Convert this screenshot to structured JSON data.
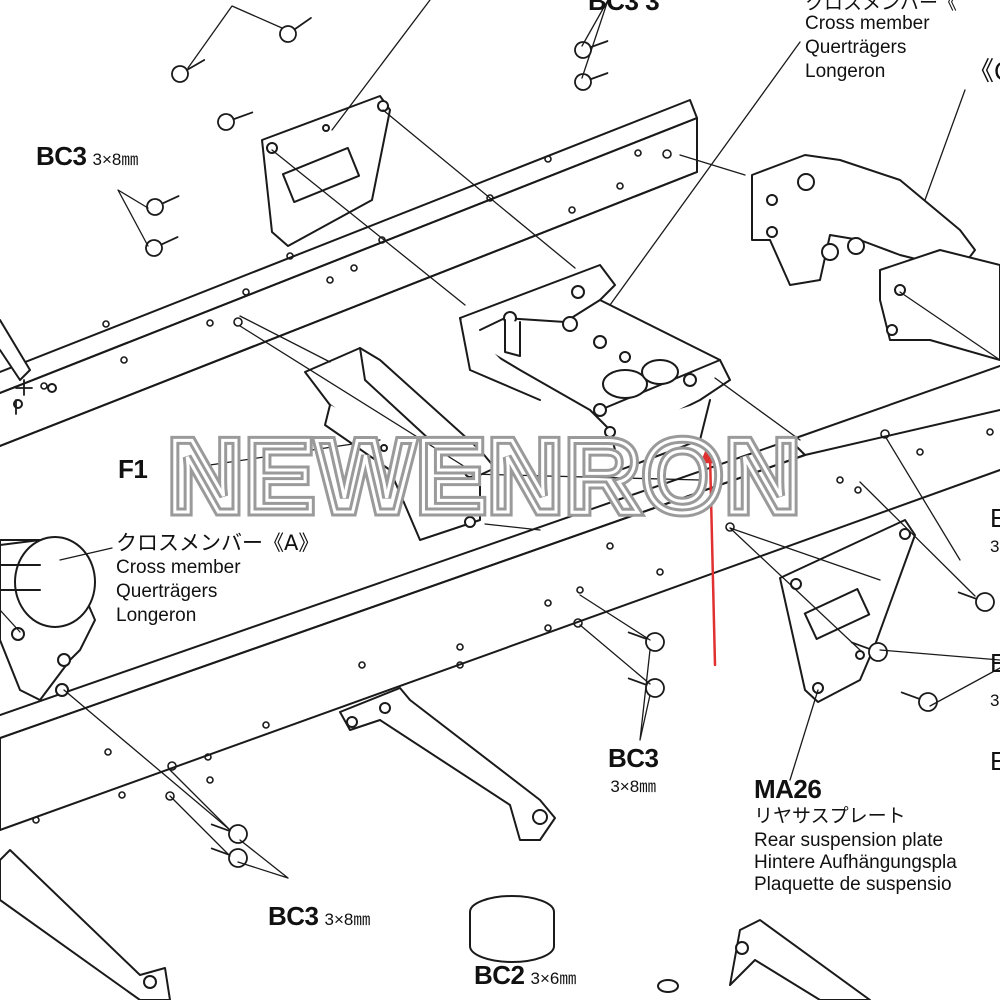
{
  "parts": {
    "bc3_top_left": {
      "code": "BC3",
      "size": "3×8㎜"
    },
    "bc3_bottom_center": {
      "code": "BC3",
      "size": "3×8㎜"
    },
    "bc3_bottom_left": {
      "code": "BC3",
      "size": "3×8㎜"
    },
    "bc2": {
      "code": "BC2",
      "size": "3×6㎜"
    },
    "f1": {
      "code": "F1"
    },
    "cross_member_a": {
      "jp": "クロスメンバー《A》",
      "en": "Cross member",
      "de": "Querträgers",
      "fr": "Longeron"
    },
    "cross_member_top": {
      "jp": "クロスメンバー《",
      "en": "Cross member",
      "de": "Querträgers",
      "fr": "Longeron"
    },
    "ma26": {
      "code": "MA26",
      "jp": "リヤサスプレート",
      "en": "Rear suspension plate",
      "de": "Hintere Aufhängungspla",
      "fr": "Plaquette de suspensio"
    }
  },
  "edge_fragments": {
    "top_right_bracket": "《C",
    "right_1": "E",
    "right_2": "3",
    "right_3": "E",
    "right_4": "3",
    "right_5": "E",
    "top_code": "BC3 3"
  },
  "watermark": {
    "text": "NEWENRON",
    "color": "#9a9a9a"
  },
  "colors": {
    "line": "#1a1a1a",
    "arrow": "#e03030",
    "part_fill": "#ffffff"
  }
}
